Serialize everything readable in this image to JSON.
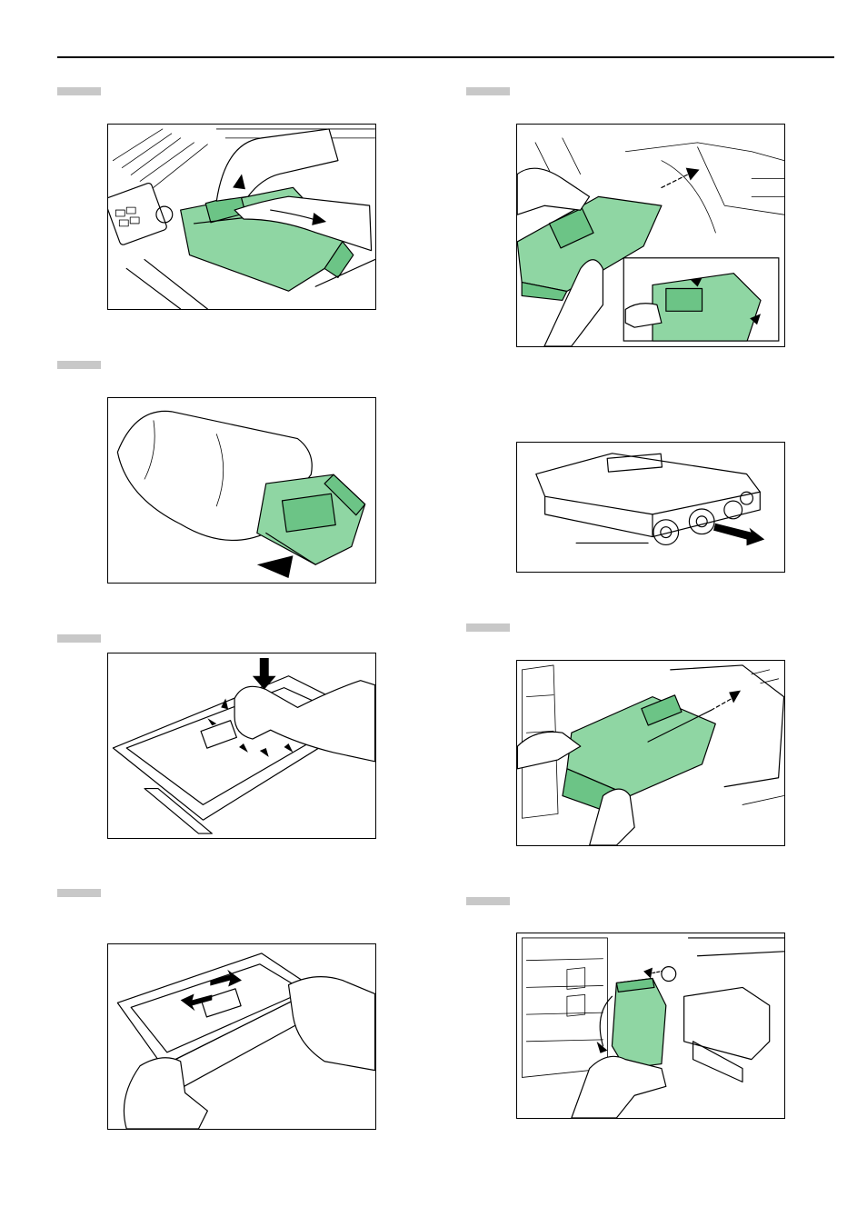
{
  "page": {
    "accent_color": "#8fd6a3",
    "step_tab_color": "#c8c8c8"
  },
  "figures": [
    {
      "id": "fig-lift-toner-container",
      "callout_label": ""
    },
    {
      "id": "fig-toner-in-bag",
      "callout_label": ""
    },
    {
      "id": "fig-tap-top-of-container",
      "callout_label": ""
    },
    {
      "id": "fig-shake-container",
      "callout_label": ""
    },
    {
      "id": "fig-remove-old-container",
      "callout_label": ""
    },
    {
      "id": "fig-container-with-gears",
      "callout_label": ""
    },
    {
      "id": "fig-insert-new-container",
      "callout_label": ""
    },
    {
      "id": "fig-remove-waste-toner-box",
      "callout_label": ""
    }
  ]
}
